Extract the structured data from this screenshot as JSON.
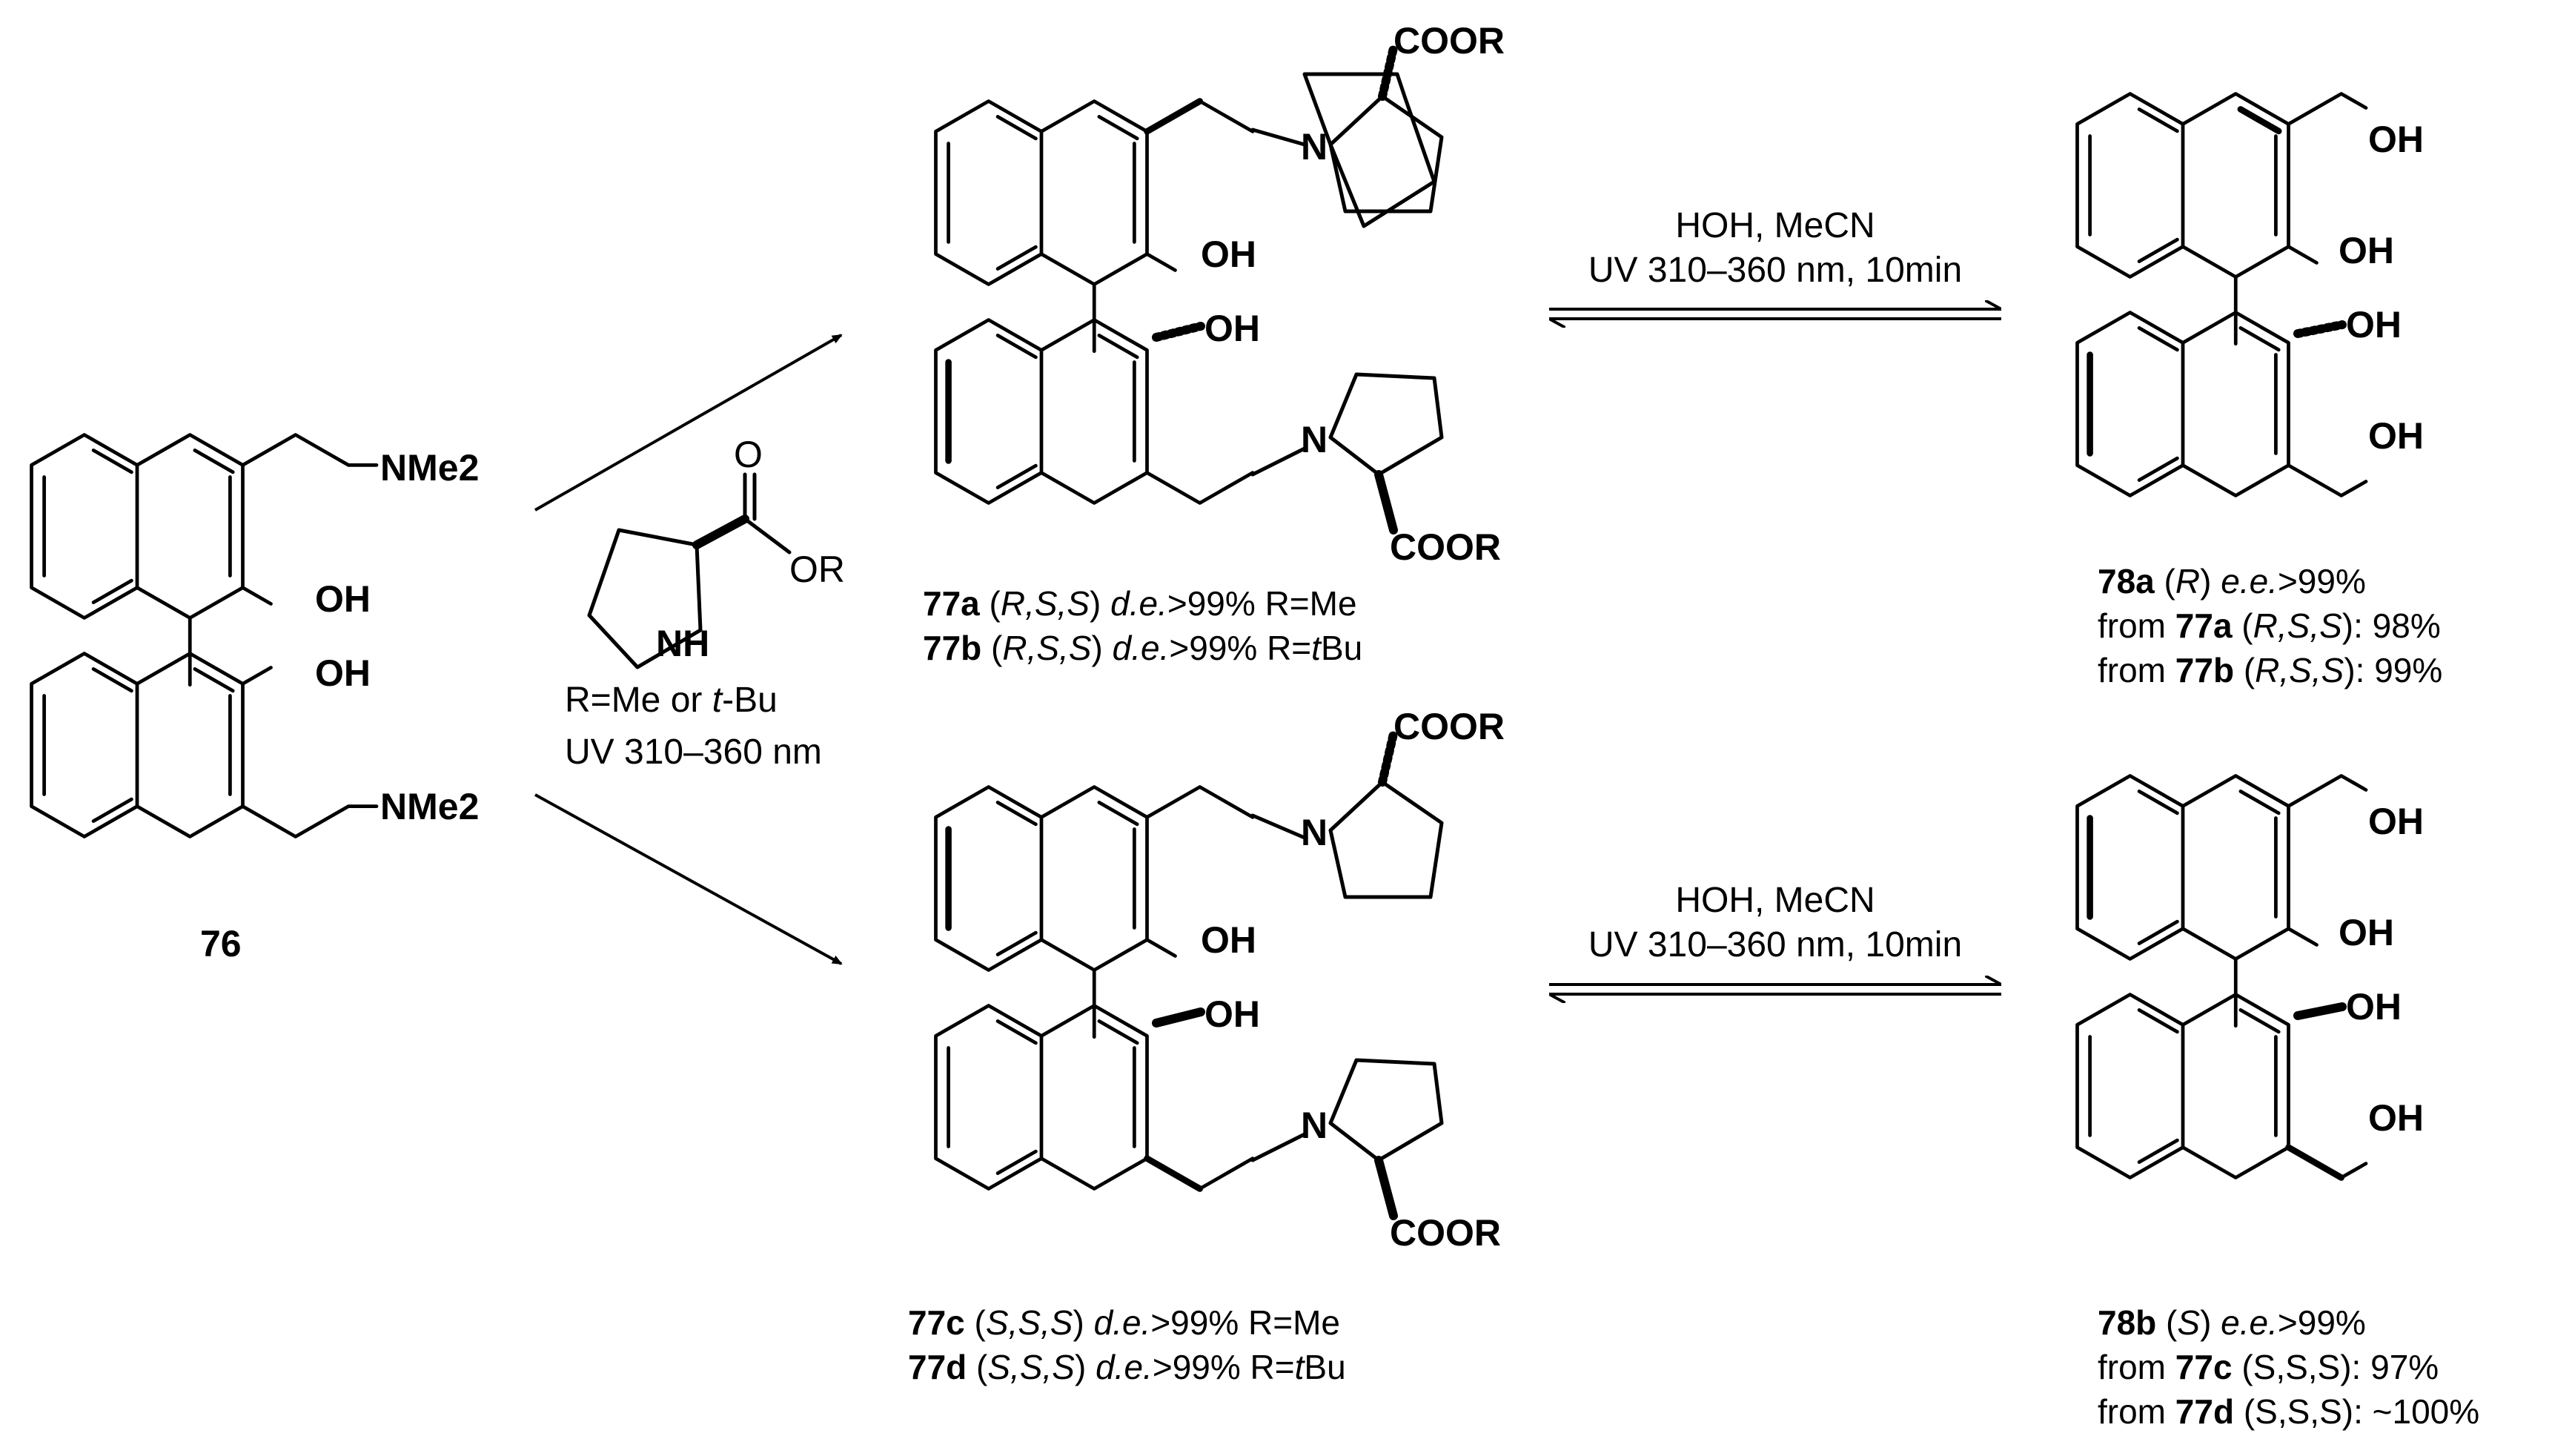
{
  "compounds": {
    "c76": {
      "label": "76",
      "atoms": {
        "nme2_top": "NMe2",
        "nme2_bottom": "NMe2",
        "oh_top": "OH",
        "oh_bottom": "OH"
      }
    },
    "ab": {
      "atoms": {
        "coor_top": "COOR",
        "coor_bottom": "COOR",
        "n_top": "N",
        "n_bottom": "N",
        "oh_top": "OH",
        "oh_bottom": "OH"
      }
    },
    "cd": {
      "atoms": {
        "coor_top": "COOR",
        "coor_bottom": "COOR",
        "n_top": "N",
        "n_bottom": "N",
        "oh_top": "OH",
        "oh_bottom": "OH"
      }
    },
    "c78a": {
      "atoms": {
        "ch2oh_top": "OH",
        "oh_top": "OH",
        "oh_bottom": "OH",
        "ch2oh_bottom": "OH"
      }
    },
    "c78b": {
      "atoms": {
        "ch2oh_top": "OH",
        "oh_top": "OH",
        "oh_bottom": "OH",
        "ch2oh_bottom": "OH"
      }
    }
  },
  "reagent": {
    "o_double": "O",
    "or": "OR",
    "nh": "NH",
    "condition1": "R=Me or t-Bu",
    "condition1_a": "R=Me or ",
    "condition1_b": "t",
    "condition1_c": "-Bu",
    "condition2": "UV 310–360 nm"
  },
  "equilibria": [
    {
      "line1": "HOH, MeCN",
      "line2": "UV 310–360 nm, 10min"
    },
    {
      "line1": "HOH, MeCN",
      "line2": "UV 310–360 nm, 10min"
    }
  ],
  "captions": {
    "c77a": {
      "num": "77a",
      "config": "R,S,S",
      "de": "d.e.",
      "rest": ">99% R=Me"
    },
    "c77b": {
      "num": "77b",
      "config": "R,S,S",
      "de": "d.e.",
      "rest": ">99% R=",
      "tail_i": "t",
      "tail": "Bu"
    },
    "c77c": {
      "num": "77c",
      "config": "S,S,S",
      "de": "d.e.",
      "rest": ">99% R=Me"
    },
    "c77d": {
      "num": "77d",
      "config": "S,S,S",
      "de": "d.e.",
      "rest": ">99% R=",
      "tail_i": "t",
      "tail": "Bu"
    },
    "c78a": {
      "num": "78a",
      "config": "R",
      "ee": "e.e.",
      "rest": ">99%",
      "from1_pre": "from ",
      "from1_num": "77a",
      "from1_cfg": "R,S,S",
      "from1_val": "): 98%",
      "from2_pre": "from ",
      "from2_num": "77b",
      "from2_cfg": "R,S,S",
      "from2_val": "): 99%"
    },
    "c78b": {
      "num": "78b",
      "config": "S",
      "ee": "e.e.",
      "rest": ">99%",
      "from1_pre": "from ",
      "from1_num": "77c",
      "from1_cfg": "(S,S,S): 97%",
      "from2_pre": "from ",
      "from2_num": "77d",
      "from2_cfg": "(S,S,S): ~100%"
    }
  }
}
